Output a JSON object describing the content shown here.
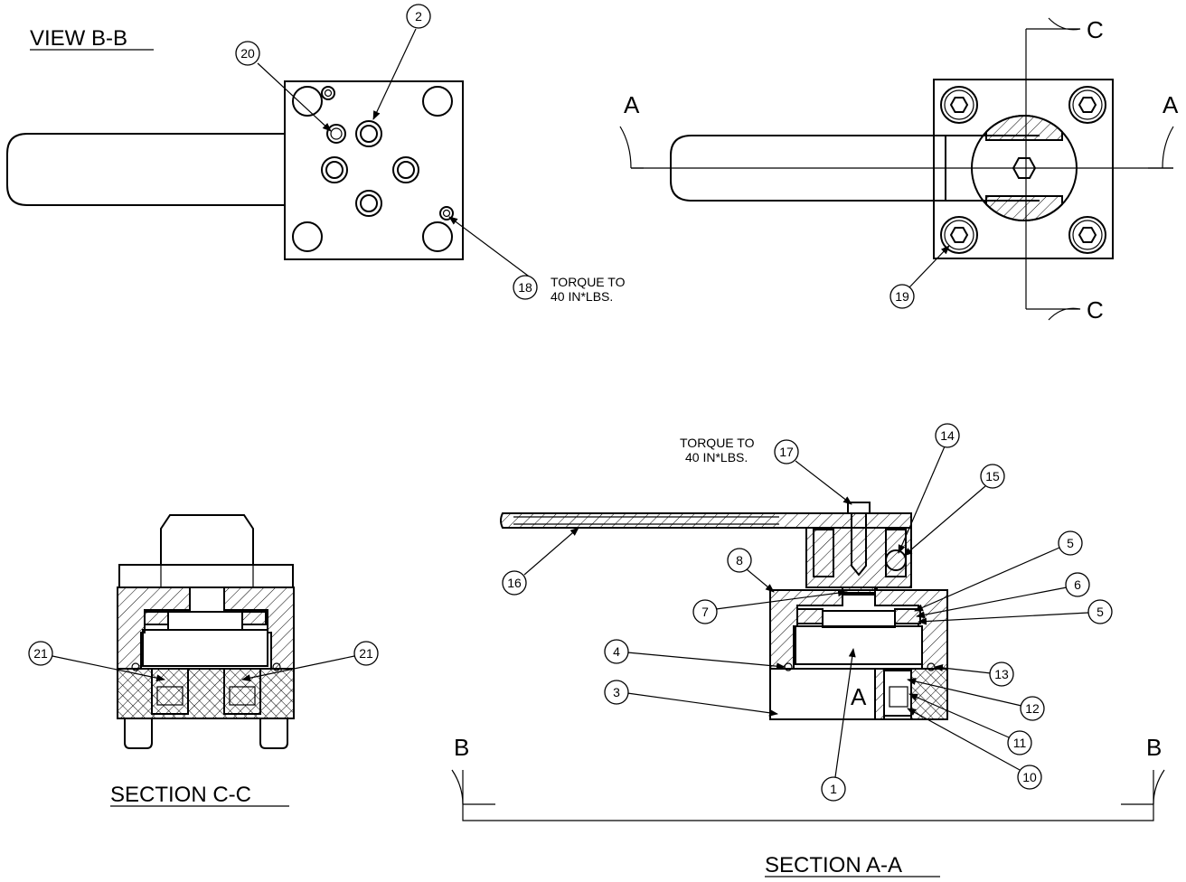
{
  "titles": {
    "view_bb": "VIEW B-B",
    "section_cc": "SECTION C-C",
    "section_aa": "SECTION A-A"
  },
  "section_letters": {
    "a_left": "A",
    "a_right": "A",
    "c_top": "C",
    "c_bottom": "C",
    "b_left": "B",
    "b_right": "B",
    "a_inner": "A"
  },
  "notes": {
    "note_18_line1": "TORQUE TO",
    "note_18_line2": "40 IN*LBS.",
    "note_17_line1": "TORQUE TO",
    "note_17_line2": "40 IN*LBS."
  },
  "balloons": {
    "b2": "2",
    "b20": "20",
    "b18": "18",
    "b19": "19",
    "b17": "17",
    "b14": "14",
    "b15": "15",
    "b16": "16",
    "b8": "8",
    "b7": "7",
    "b5a": "5",
    "b6": "6",
    "b5b": "5",
    "b4": "4",
    "b3": "3",
    "b13": "13",
    "b12": "12",
    "b11": "11",
    "b10": "10",
    "b1": "1",
    "b21a": "21",
    "b21b": "21"
  }
}
